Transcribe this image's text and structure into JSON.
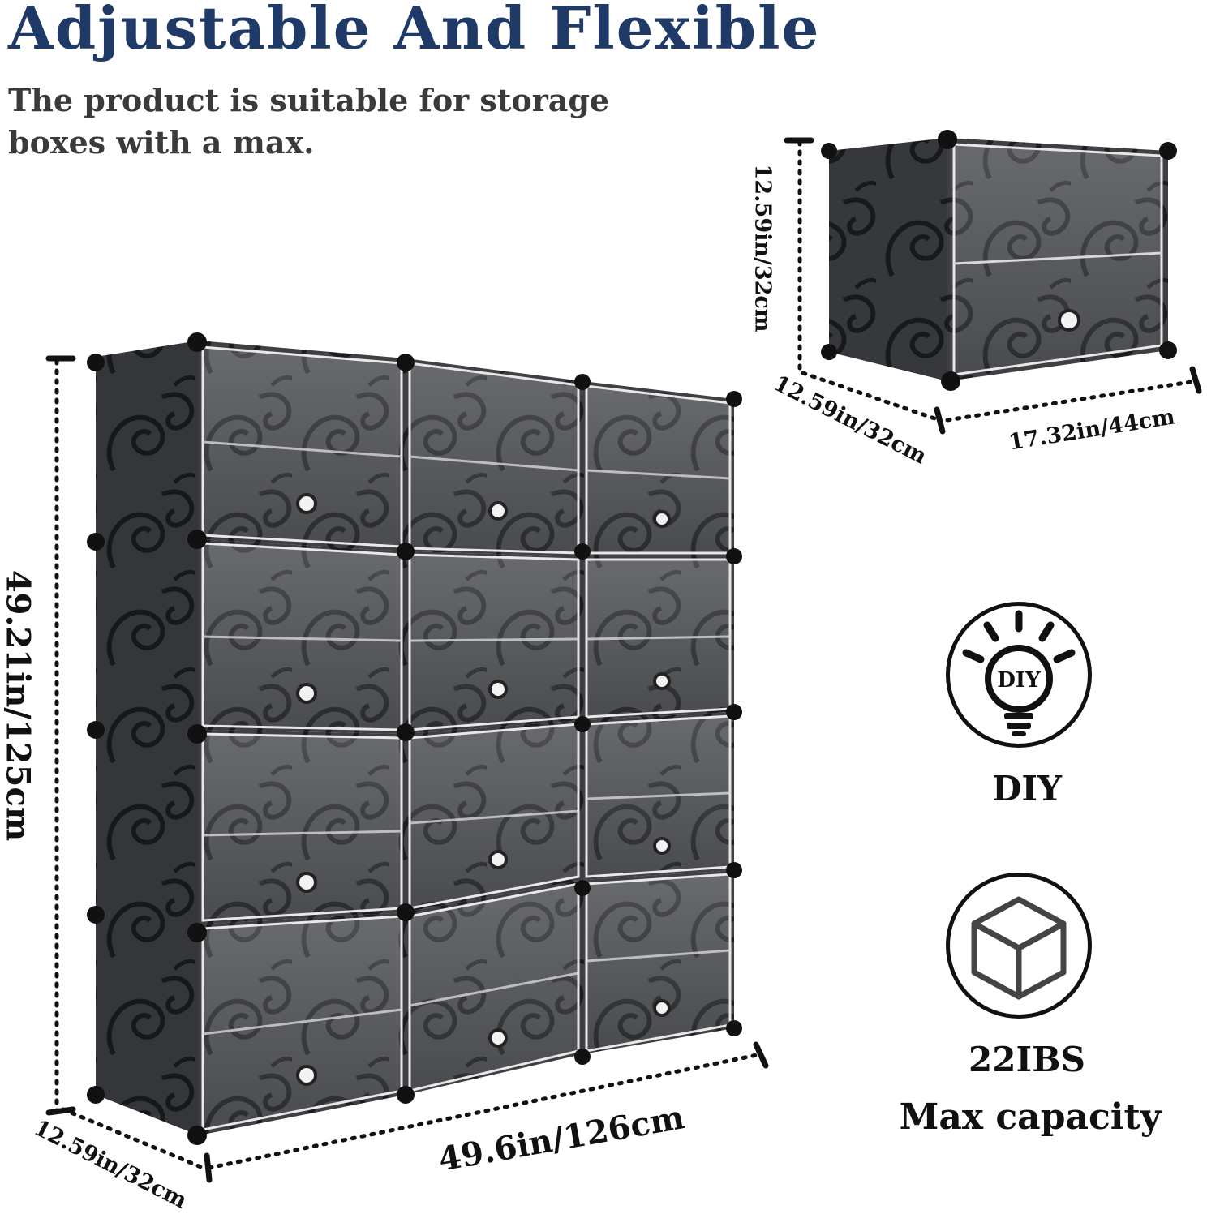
{
  "header": {
    "title": "Adjustable  And  Flexible",
    "subtitle": "The product is suitable for storage boxes with a max."
  },
  "dimensions": {
    "large_height": "49.21in/125cm",
    "large_width": "49.6in/126cm",
    "large_depth": "12.59in/32cm",
    "small_height": "12.59in/32cm",
    "small_depth": "12.59in/32cm",
    "small_width": "17.32in/44cm"
  },
  "features": {
    "diy": {
      "icon": "diy-bulb-icon",
      "badge_text": "DIY",
      "label": "DIY"
    },
    "capacity": {
      "icon": "cube-icon",
      "value": "22IBS",
      "label": "Max capacity"
    }
  },
  "colors": {
    "title": "#1f3a66",
    "panel": "#3a3c40",
    "swirl": "#1c1d20",
    "connector": "#111111"
  }
}
